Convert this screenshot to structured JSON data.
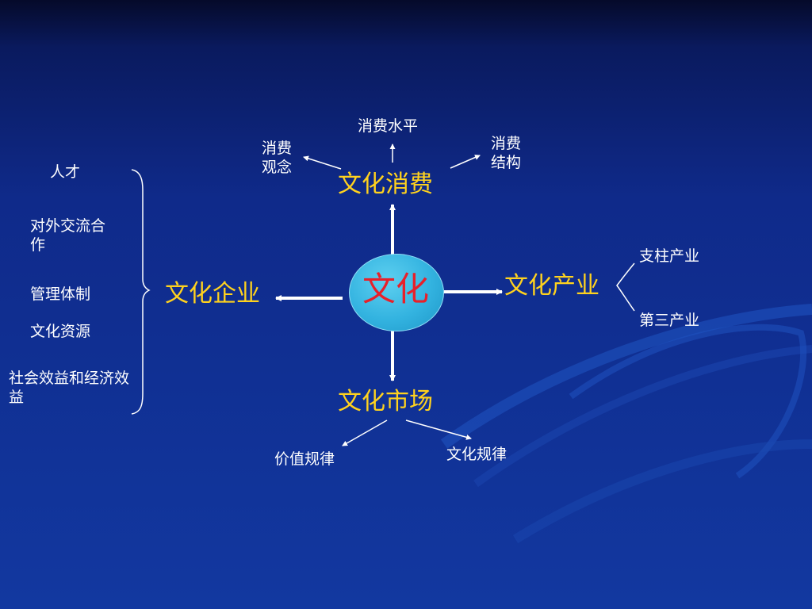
{
  "center": "文化",
  "branches": {
    "top": "文化消费",
    "right": "文化产业",
    "bottom": "文化市场",
    "left": "文化企业"
  },
  "top_children": {
    "left": "消费\n观念",
    "middle": "消费水平",
    "right": "消费\n结构"
  },
  "right_children": [
    "支柱产业",
    "第三产业"
  ],
  "bottom_children": [
    "价值规律",
    "文化规律"
  ],
  "left_children": [
    "人才",
    "对外交流合作",
    "管理体制",
    "文化资源",
    "社会效益和经济效益"
  ],
  "colors": {
    "background": "#1238a0",
    "branch_text": "#ffd21e",
    "leaf_text": "#ffffff",
    "center_text": "#e8202a",
    "center_fill": "#33b3e0"
  }
}
